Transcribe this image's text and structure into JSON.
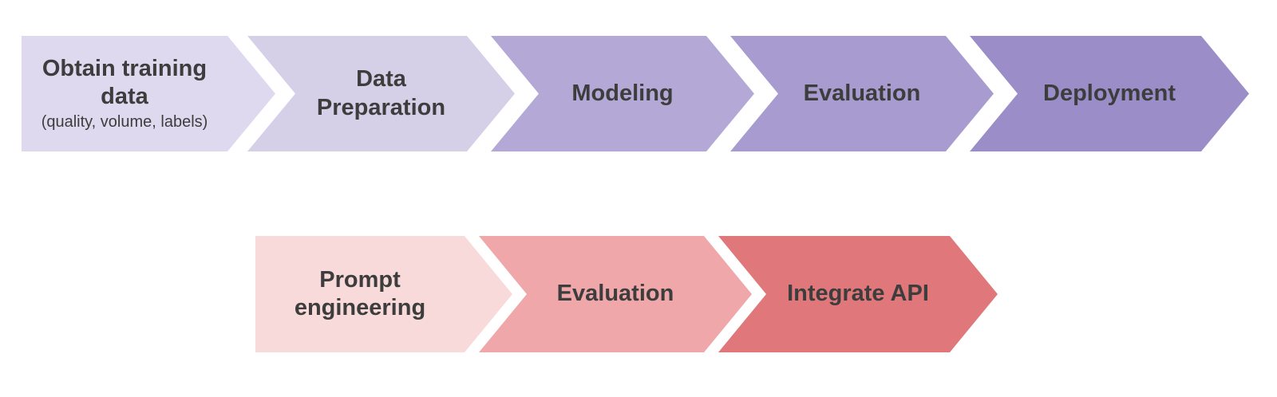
{
  "diagram": {
    "title": "ML vs LLM workflow chevron process diagram",
    "text_color": "#3d3d3d",
    "background_color": "#ffffff",
    "rows": [
      {
        "name": "ml-workflow",
        "steps": [
          {
            "label": "Obtain training\ndata",
            "sublabel": "(quality, volume, labels)",
            "color": "#ded9ee"
          },
          {
            "label": "Data\nPreparation",
            "color": "#d5cfe8"
          },
          {
            "label": "Modeling",
            "color": "#b4a9d6"
          },
          {
            "label": "Evaluation",
            "color": "#a89bcf"
          },
          {
            "label": "Deployment",
            "color": "#9b8dc7"
          }
        ]
      },
      {
        "name": "llm-workflow",
        "steps": [
          {
            "label": "Prompt\nengineering",
            "color": "#f9dada"
          },
          {
            "label": "Evaluation",
            "color": "#efa7a9"
          },
          {
            "label": "Integrate API",
            "color": "#e0777a"
          }
        ]
      }
    ]
  }
}
